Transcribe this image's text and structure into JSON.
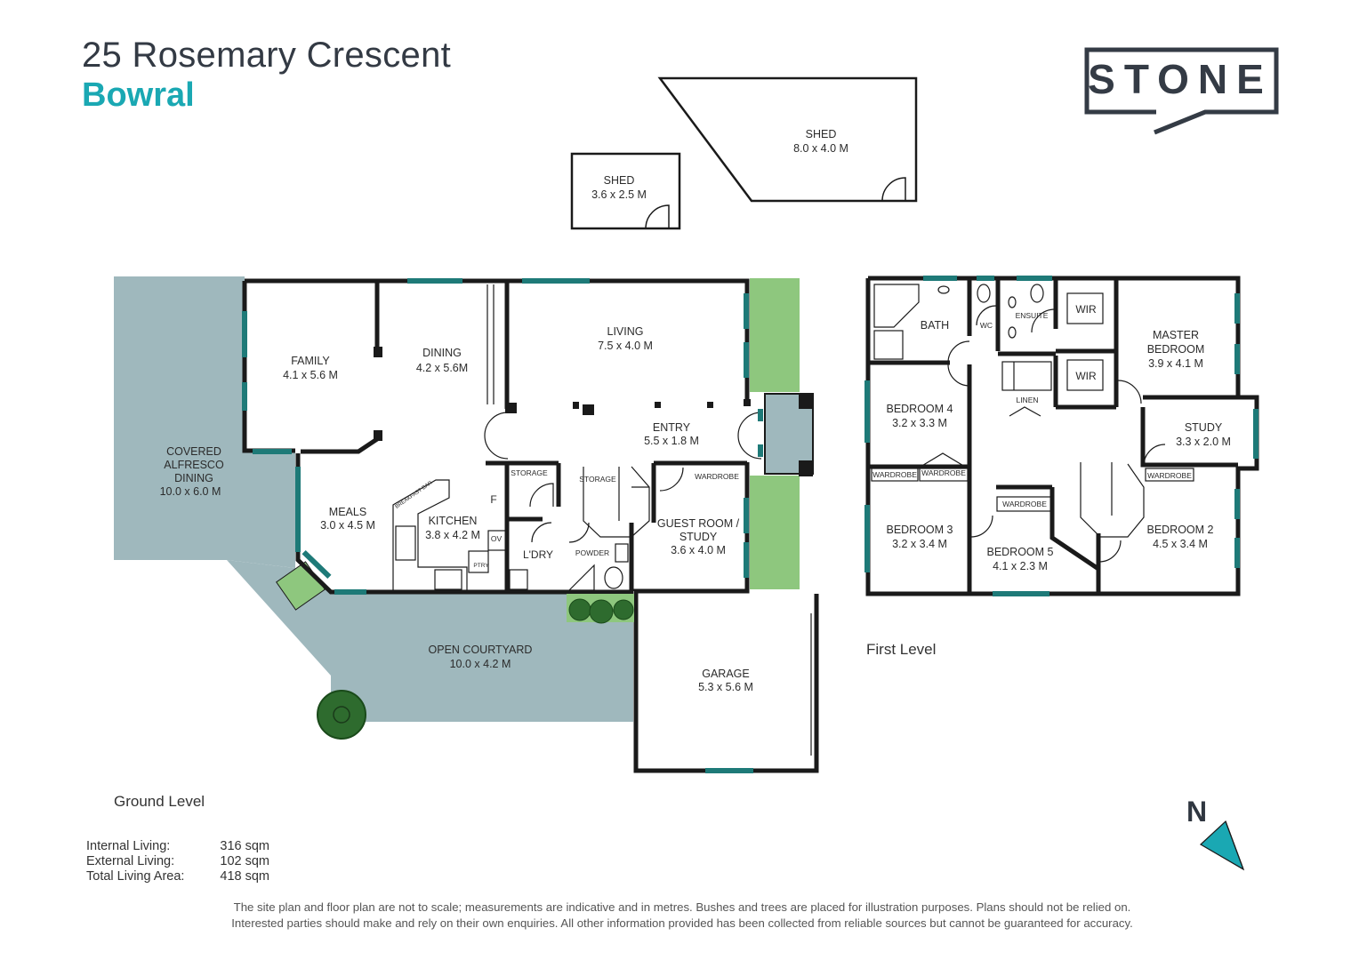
{
  "header": {
    "address": "25 Rosemary Crescent",
    "suburb": "Bowral"
  },
  "logo": {
    "text": "STONE"
  },
  "rooms": {
    "shed_small": {
      "name": "SHED",
      "size": "3.6 x 2.5 M"
    },
    "shed_large": {
      "name": "SHED",
      "size": "8.0 x 4.0 M"
    },
    "family": {
      "name": "FAMILY",
      "size": "4.1 x 5.6 M"
    },
    "dining": {
      "name": "DINING",
      "size": "4.2 x 5.6M"
    },
    "living": {
      "name": "LIVING",
      "size": "7.5 x 4.0 M"
    },
    "covered_alfresco": {
      "line1": "COVERED",
      "line2": "ALFRESCO",
      "line3": "DINING",
      "size": "10.0 x 6.0 M"
    },
    "entry": {
      "name": "ENTRY",
      "size": "5.5 x 1.8 M"
    },
    "meals": {
      "name": "MEALS",
      "size": "3.0 x 4.5 M"
    },
    "kitchen": {
      "name": "KITCHEN",
      "size": "3.8 x 4.2 M"
    },
    "guest_room": {
      "line1": "GUEST ROOM /",
      "line2": "STUDY",
      "size": "3.6 x 4.0 M"
    },
    "open_courtyard": {
      "name": "OPEN COURTYARD",
      "size": "10.0 x 4.2 M"
    },
    "garage": {
      "name": "GARAGE",
      "size": "5.3 x 5.6 M"
    },
    "bath": {
      "name": "BATH"
    },
    "master": {
      "line1": "MASTER",
      "line2": "BEDROOM",
      "size": "3.9 x 4.1 M"
    },
    "bedroom4": {
      "name": "BEDROOM 4",
      "size": "3.2 x 3.3 M"
    },
    "study": {
      "name": "STUDY",
      "size": "3.3 x 2.0 M"
    },
    "bedroom3": {
      "name": "BEDROOM 3",
      "size": "3.2 x 3.4 M"
    },
    "bedroom5": {
      "name": "BEDROOM 5",
      "size": "4.1 x 2.3 M"
    },
    "bedroom2": {
      "name": "BEDROOM 2",
      "size": "4.5 x 3.4 M"
    }
  },
  "small_labels": {
    "storage": "STORAGE",
    "ldry": "L'DRY",
    "powder": "POWDER",
    "wardrobe": "WARDROBE",
    "f": "F",
    "ov": "OV",
    "ptry": "PTRY",
    "breakfast_bar": "BREAKFAST BAR",
    "wc": "WC",
    "ensuite": "ENSUITE",
    "wir": "WIR",
    "linen": "LINEN"
  },
  "levels": {
    "ground": "Ground Level",
    "first": "First Level"
  },
  "areas": [
    {
      "label": "Internal Living:",
      "value": "316 sqm"
    },
    {
      "label": "External Living:",
      "value": "102 sqm"
    },
    {
      "label": "Total Living Area:",
      "value": "418 sqm"
    }
  ],
  "compass": {
    "label": "N"
  },
  "disclaimer": {
    "line1": "The site plan and floor plan are not to scale; measurements are indicative and in metres. Bushes and trees are placed for illustration purposes. Plans should not be relied on.",
    "line2": "Interested parties should make and rely on their own enquiries. All other information provided has been collected from reliable sources but cannot be guaranteed for accuracy."
  },
  "colors": {
    "wall": "#1a1a1a",
    "outdoor_fill": "#9fb8bd",
    "garden_fill": "#8ec77e",
    "window": "#1e7a78",
    "tree": "#2e6b2e",
    "accent": "#1aa8b3",
    "logo": "#343b45"
  }
}
